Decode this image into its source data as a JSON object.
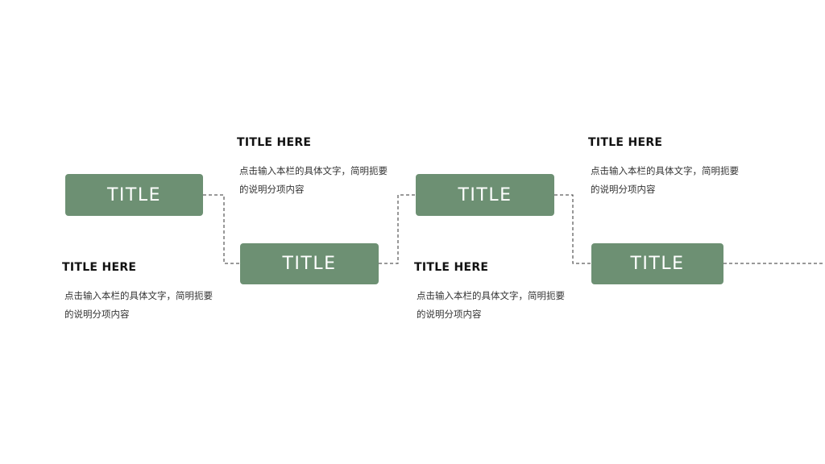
{
  "colors": {
    "box_fill": "#6d9073",
    "box_text": "#ffffff",
    "connector": "#333333"
  },
  "steps": [
    {
      "box_label": "TITLE",
      "heading": "TITLE HERE",
      "description": "点击输入本栏的具体文字，简明扼要的说明分项内容"
    },
    {
      "box_label": "TITLE",
      "heading": "TITLE HERE",
      "description": "点击输入本栏的具体文字，简明扼要的说明分项内容"
    },
    {
      "box_label": "TITLE",
      "heading": "TITLE HERE",
      "description": "点击输入本栏的具体文字，简明扼要的说明分项内容"
    },
    {
      "box_label": "TITLE",
      "heading": "TITLE HERE",
      "description": "点击输入本栏的具体文字，简明扼要的说明分项内容"
    }
  ]
}
